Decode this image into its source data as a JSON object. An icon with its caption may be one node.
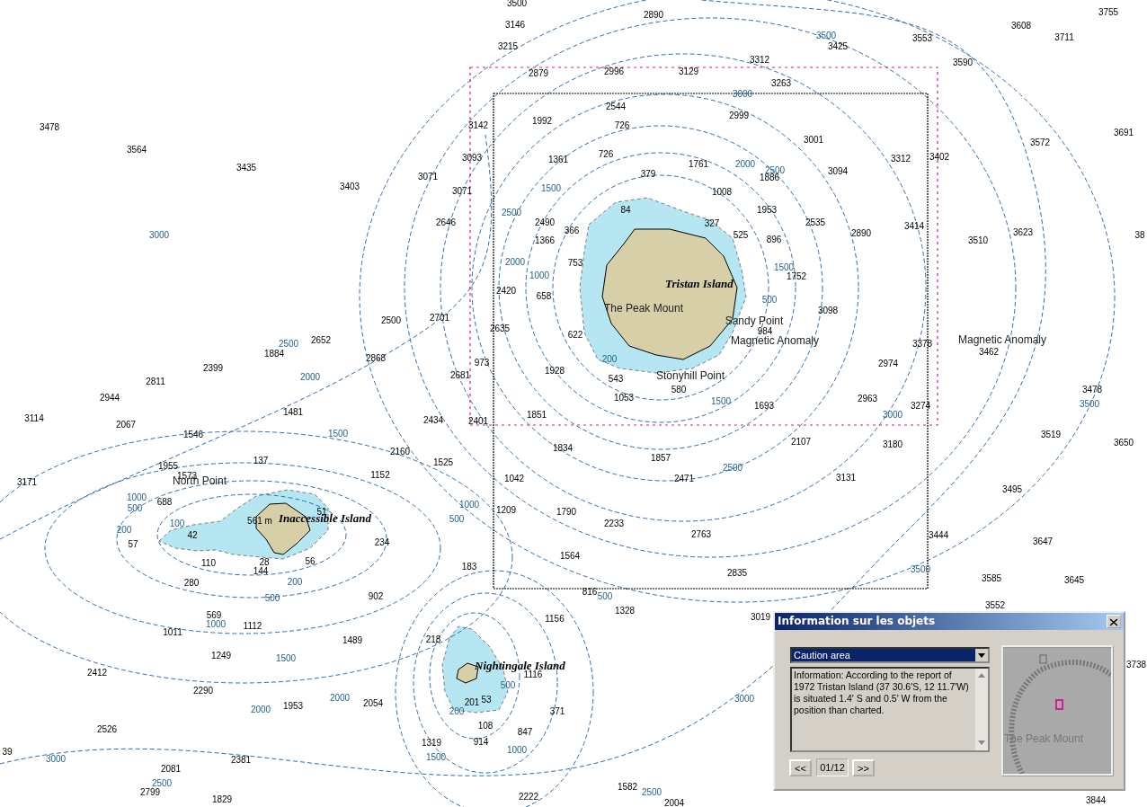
{
  "diagram": {
    "nodes": [
      {
        "text": [
          "Tristan Island",
          "The Peak Mount"
        ]
      },
      {
        "text": [
          "Inaccessible Island"
        ]
      },
      {
        "text": [
          "Nightingale Island"
        ]
      },
      {
        "text": [
          "Information sur les objets"
        ]
      },
      {
        "text": [
          "Caution area"
        ],
        "in": 3
      },
      {
        "text": [
          "Information: According to the report of 1972 Tristan Island (37 30.6'S, 12 11.7'W) is situated 1.4' S and 0.5' W from the position than charted."
        ],
        "in": 3
      },
      {
        "text": [
          "<<"
        ],
        "in": 3
      },
      {
        "text": [
          "01/12"
        ],
        "in": 3
      },
      {
        "text": [
          ">>"
        ],
        "in": 3
      },
      {
        "text": [
          "The Peak Mount"
        ],
        "in": 3
      }
    ],
    "labels": [
      "3500",
      "3146",
      "2890",
      "3755",
      "3608",
      "3711",
      "3500",
      "3425",
      "3553",
      "3215",
      "3312",
      "3590",
      "2879",
      "2996",
      "3129",
      "3263",
      "3000",
      "2544",
      "2999",
      "3478",
      "3142",
      "1992",
      "726",
      "3691",
      "3001",
      "3572",
      "3564",
      "3093",
      "1361",
      "726",
      "3312",
      "3402",
      "1761",
      "2000",
      "2500",
      "3435",
      "3094",
      "379",
      "3071",
      "1886",
      "3403",
      "1500",
      "3071",
      "1008",
      "84",
      "1953",
      "2500",
      "2646",
      "2490",
      "327",
      "2535",
      "3414",
      "366",
      "2890",
      "3623",
      "3000",
      "525",
      "38",
      "1366",
      "896",
      "3510",
      "2000",
      "753",
      "1500",
      "1000",
      "1752",
      "2420",
      "658",
      "3098",
      "500",
      "2701",
      "2500",
      "2635",
      "984",
      "622",
      "2652",
      "2500",
      "3378",
      "1884",
      "3462",
      "2868",
      "200",
      "973",
      "2974",
      "2399",
      "1928",
      "2681",
      "2000",
      "543",
      "2811",
      "580",
      "3478",
      "2944",
      "1053",
      "2963",
      "1500",
      "3500",
      "1693",
      "3274",
      "1481",
      "3000",
      "1851",
      "3114",
      "2434",
      "2401",
      "2067",
      "1500",
      "3519",
      "1546",
      "2107",
      "3650",
      "3180",
      "1834",
      "2160",
      "1857",
      "137",
      "1525",
      "1955",
      "2500",
      "1152",
      "1573",
      "3131",
      "1042",
      "2471",
      "3171",
      "3495",
      "1000",
      "688",
      "1000",
      "500",
      "51",
      "1209",
      "1790",
      "500",
      "561 m",
      "100",
      "2233",
      "200",
      "42",
      "2763",
      "3444",
      "3647",
      "234",
      "57",
      "1564",
      "56",
      "110",
      "28",
      "183",
      "3500",
      "144",
      "2835",
      "3585",
      "3645",
      "200",
      "280",
      "816",
      "500",
      "902",
      "500",
      "3552",
      "1328",
      "569",
      "3019",
      "1156",
      "1000",
      "1112",
      "1011",
      "218",
      "1489",
      "1249",
      "1500",
      "3738",
      "2412",
      "1116",
      "500",
      "2290",
      "2000",
      "3000",
      "53",
      "201",
      "2054",
      "1953",
      "200",
      "2000",
      "371",
      "108",
      "2526",
      "847",
      "914",
      "1319",
      "1000",
      "39",
      "1500",
      "3000",
      "2381",
      "2081",
      "2500",
      "1582",
      "2500",
      "2799",
      "2222",
      "1829",
      "2004",
      "3844",
      "North Point",
      "Sandy Point",
      "Magnetic Anomaly",
      "Stonyhill Point",
      "Magnetic Anomaly"
    ]
  }
}
